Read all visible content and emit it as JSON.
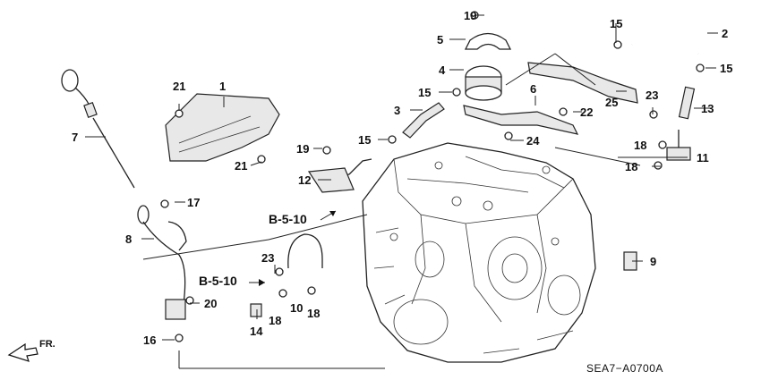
{
  "diagram": {
    "code": "SEA7−A0700A",
    "front_label": "FR.",
    "refs": [
      "B-5-10",
      "B-5-10"
    ],
    "callouts": [
      {
        "id": "c1",
        "text": "1"
      },
      {
        "id": "c2",
        "text": "2"
      },
      {
        "id": "c3",
        "text": "3"
      },
      {
        "id": "c4",
        "text": "4"
      },
      {
        "id": "c5",
        "text": "5"
      },
      {
        "id": "c6",
        "text": "6"
      },
      {
        "id": "c7",
        "text": "7"
      },
      {
        "id": "c8",
        "text": "8"
      },
      {
        "id": "c9",
        "text": "9"
      },
      {
        "id": "c10",
        "text": "10"
      },
      {
        "id": "c11",
        "text": "11"
      },
      {
        "id": "c12",
        "text": "12"
      },
      {
        "id": "c13",
        "text": "13"
      },
      {
        "id": "c14",
        "text": "14"
      },
      {
        "id": "c15a",
        "text": "15"
      },
      {
        "id": "c15b",
        "text": "15"
      },
      {
        "id": "c15c",
        "text": "15"
      },
      {
        "id": "c15d",
        "text": "15"
      },
      {
        "id": "c16",
        "text": "16"
      },
      {
        "id": "c17",
        "text": "17"
      },
      {
        "id": "c18a",
        "text": "18"
      },
      {
        "id": "c18b",
        "text": "18"
      },
      {
        "id": "c18c",
        "text": "18"
      },
      {
        "id": "c18d",
        "text": "18"
      },
      {
        "id": "c19a",
        "text": "19"
      },
      {
        "id": "c19b",
        "text": "19"
      },
      {
        "id": "c20",
        "text": "20"
      },
      {
        "id": "c21a",
        "text": "21"
      },
      {
        "id": "c21b",
        "text": "21"
      },
      {
        "id": "c22",
        "text": "22"
      },
      {
        "id": "c23a",
        "text": "23"
      },
      {
        "id": "c23b",
        "text": "23"
      },
      {
        "id": "c24",
        "text": "24"
      },
      {
        "id": "c25",
        "text": "25"
      }
    ]
  }
}
